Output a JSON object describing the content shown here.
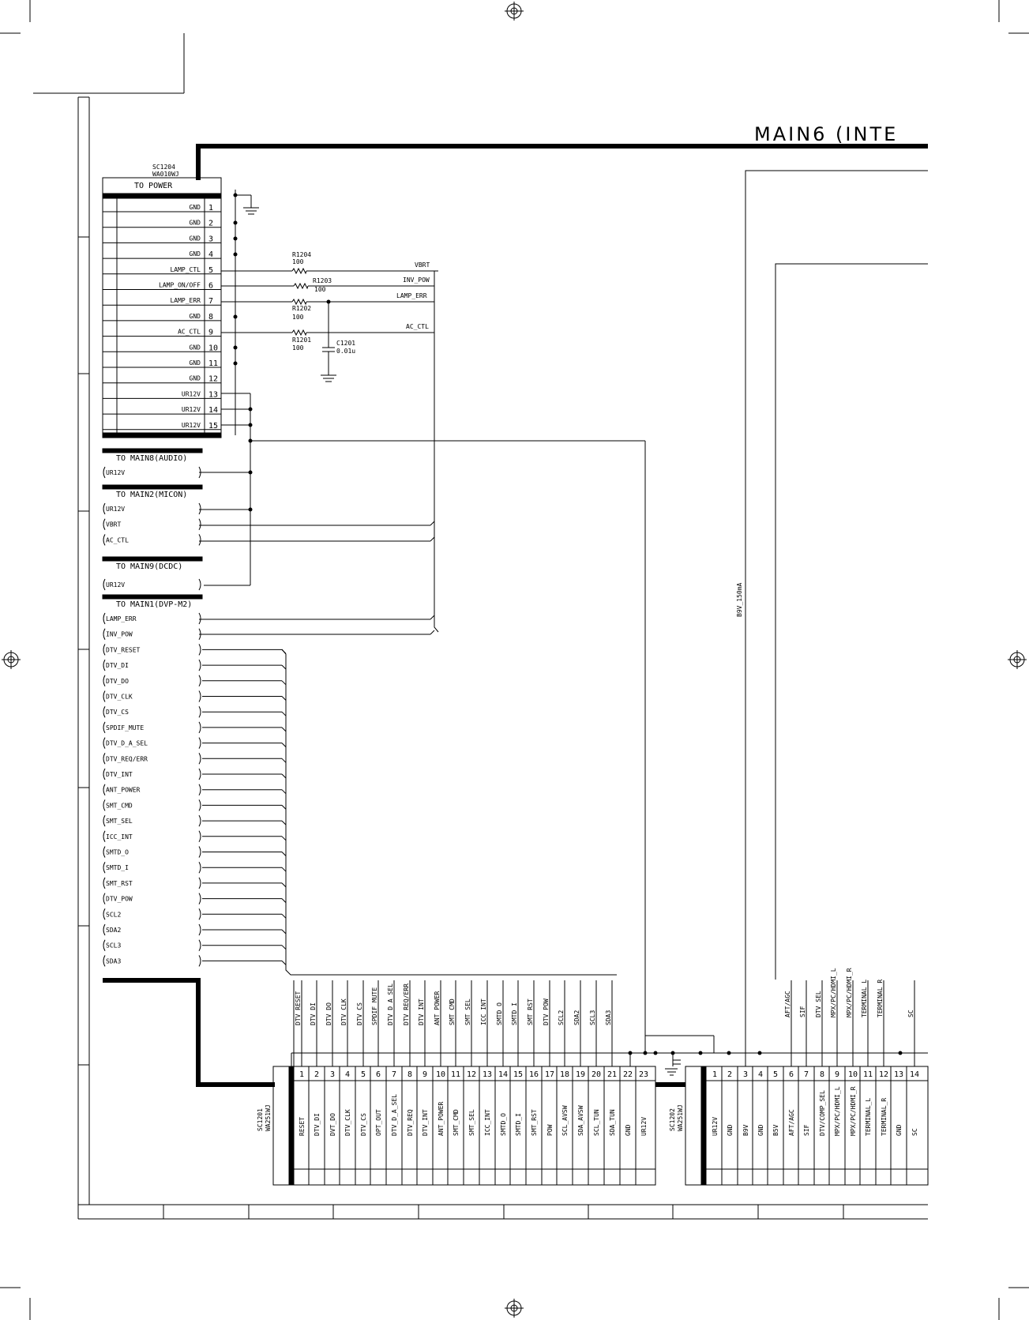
{
  "title": "MAIN6 (INTE",
  "power_connector": {
    "ref": "SC1204",
    "part": "WA010WJ",
    "header": "TO POWER",
    "pins": [
      {
        "num": "1",
        "name": "GND"
      },
      {
        "num": "2",
        "name": "GND"
      },
      {
        "num": "3",
        "name": "GND"
      },
      {
        "num": "4",
        "name": "GND"
      },
      {
        "num": "5",
        "name": "LAMP_CTL"
      },
      {
        "num": "6",
        "name": "LAMP_ON/OFF"
      },
      {
        "num": "7",
        "name": "LAMP_ERR"
      },
      {
        "num": "8",
        "name": "GND"
      },
      {
        "num": "9",
        "name": "AC_CTL"
      },
      {
        "num": "10",
        "name": "GND"
      },
      {
        "num": "11",
        "name": "GND"
      },
      {
        "num": "12",
        "name": "GND"
      },
      {
        "num": "13",
        "name": "UR12V"
      },
      {
        "num": "14",
        "name": "UR12V"
      },
      {
        "num": "15",
        "name": "UR12V"
      }
    ]
  },
  "resistors": [
    {
      "ref": "R1204",
      "value": "100"
    },
    {
      "ref": "R1203",
      "value": "100"
    },
    {
      "ref": "R1202",
      "value": "100"
    },
    {
      "ref": "R1201",
      "value": "100"
    }
  ],
  "capacitor": {
    "ref": "C1201",
    "value": "0.01u"
  },
  "net_labels": [
    "VBRT",
    "INV_POW",
    "LAMP_ERR",
    "AC_CTL"
  ],
  "rail_label": "B9V_150mA",
  "offpage_groups": [
    {
      "header": "TO MAIN8(AUDIO)",
      "signals": [
        "UR12V"
      ]
    },
    {
      "header": "TO MAIN2(MICON)",
      "signals": [
        "UR12V",
        "VBRT",
        "AC_CTL"
      ]
    },
    {
      "header": "TO MAIN9(DCDC)",
      "signals": [
        "UR12V"
      ]
    },
    {
      "header": "TO MAIN1(DVP-M2)",
      "signals": [
        "LAMP_ERR",
        "INV_POW",
        "DTV_RESET",
        "DTV_DI",
        "DTV_DO",
        "DTV_CLK",
        "DTV_CS",
        "SPDIF_MUTE",
        "DTV_D_A_SEL",
        "DTV_REQ/ERR",
        "DTV_INT",
        "ANT_POWER",
        "SMT_CMD",
        "SMT_SEL",
        "ICC_INT",
        "SMTD_O",
        "SMTD_I",
        "SMT_RST",
        "DTV_POW",
        "SCL2",
        "SDA2",
        "SCL3",
        "SDA3"
      ]
    }
  ],
  "sc1201": {
    "ref": "SC1201",
    "part": "WA251WJ",
    "net_labels": [
      "DTV_RESET",
      "DTV_DI",
      "DTV_DO",
      "DTV_CLK",
      "DTV_CS",
      "SPDIF_MUTE",
      "DTV_D_A_SEL",
      "DTV_REQ/ERR",
      "DTV_INT",
      "ANT_POWER",
      "SMT_CMD",
      "SMT_SEL",
      "ICC_INT",
      "SMTD_O",
      "SMTD_I",
      "SMT_RST",
      "DTV_POW",
      "SCL2",
      "SDA2",
      "SCL3",
      "SDA3"
    ],
    "pins": [
      {
        "num": "1",
        "name": "RESET"
      },
      {
        "num": "2",
        "name": "DTV_DI"
      },
      {
        "num": "3",
        "name": "DVT_DO"
      },
      {
        "num": "4",
        "name": "DTV_CLK"
      },
      {
        "num": "5",
        "name": "DTV_CS"
      },
      {
        "num": "6",
        "name": "OPT_OUT"
      },
      {
        "num": "7",
        "name": "DTV_D_A_SEL"
      },
      {
        "num": "8",
        "name": "DTV_REQ"
      },
      {
        "num": "9",
        "name": "DTV_INT"
      },
      {
        "num": "10",
        "name": "ANT_POWER"
      },
      {
        "num": "11",
        "name": "SMT_CMD"
      },
      {
        "num": "12",
        "name": "SMT_SEL"
      },
      {
        "num": "13",
        "name": "ICC_INT"
      },
      {
        "num": "14",
        "name": "SMTD_O"
      },
      {
        "num": "15",
        "name": "SMTD_I"
      },
      {
        "num": "16",
        "name": "SMT_RST"
      },
      {
        "num": "17",
        "name": "POW"
      },
      {
        "num": "18",
        "name": "SCL_AVSW"
      },
      {
        "num": "19",
        "name": "SDA_AVSW"
      },
      {
        "num": "20",
        "name": "SCL_TUN"
      },
      {
        "num": "21",
        "name": "SDA_TUN"
      },
      {
        "num": "22",
        "name": "GND"
      },
      {
        "num": "23",
        "name": "UR12V"
      }
    ]
  },
  "sc1202": {
    "ref": "SC1202",
    "part": "WA251WJ",
    "net_labels": [
      "AFT/AGC",
      "SIF",
      "DTV_SEL",
      "MPX/PC/HDMI_L",
      "MPX/PC/HDMI_R",
      "TERMINAL_L",
      "TERMINAL_R",
      "SC"
    ],
    "pins": [
      {
        "num": "1",
        "name": "UR12V"
      },
      {
        "num": "2",
        "name": "GND"
      },
      {
        "num": "3",
        "name": "B9V"
      },
      {
        "num": "4",
        "name": "GND"
      },
      {
        "num": "5",
        "name": "B5V"
      },
      {
        "num": "6",
        "name": "AFT/AGC"
      },
      {
        "num": "7",
        "name": "SIF"
      },
      {
        "num": "8",
        "name": "DTV/COMP_SEL"
      },
      {
        "num": "9",
        "name": "MPX/PC/HDMI_L"
      },
      {
        "num": "10",
        "name": "MPX/PC/HDMI_R"
      },
      {
        "num": "11",
        "name": "TERMINAL_L"
      },
      {
        "num": "12",
        "name": "TERMINAL_R"
      },
      {
        "num": "13",
        "name": "GND"
      },
      {
        "num": "14",
        "name": "SC"
      }
    ]
  }
}
